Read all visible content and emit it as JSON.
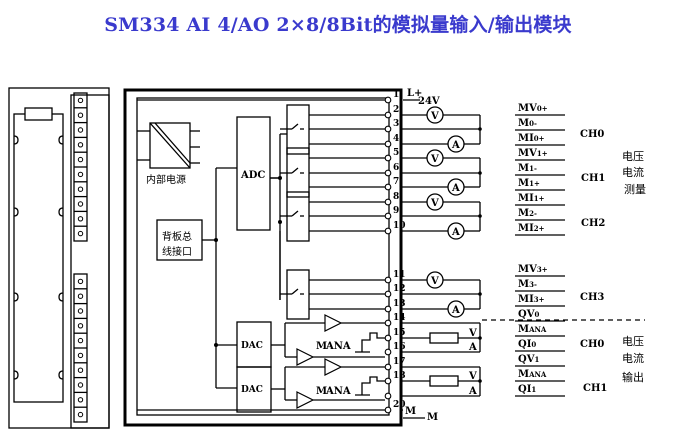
{
  "title": "SM334 AI 4/AO 2×8/8Bit的模拟量输入/输出模块",
  "module": {
    "internal_power_label": "内部电源",
    "backplane_label_line1": "背板总",
    "backplane_label_line2": "线接口",
    "adc_label": "ADC",
    "dac_labels": [
      "DAC",
      "DAC"
    ],
    "supply_label": "L+",
    "supply_voltage": "24V",
    "ground_label": "M",
    "ground_label_outer": "M",
    "mana_label": "MANA"
  },
  "pins": [
    "1",
    "2",
    "3",
    "4",
    "5",
    "6",
    "7",
    "8",
    "9",
    "10",
    "11",
    "12",
    "13",
    "14",
    "15",
    "16",
    "17",
    "18",
    "",
    "20"
  ],
  "meters": {
    "voltmeter": "V",
    "ammeter": "A"
  },
  "output_va": {
    "v": "V",
    "a": "A"
  },
  "signals": [
    "MV0+",
    "M0-",
    "MI0+",
    "MV1+",
    "M1-",
    "M1+",
    "MI1+",
    "M2-",
    "MI2+",
    "MV3+",
    "M3-",
    "MI3+",
    "QV0",
    "MANA",
    "QI0",
    "QV1",
    "MANA",
    "QI1"
  ],
  "channels": {
    "input": [
      "CH0",
      "CH1",
      "CH2",
      "CH3"
    ],
    "output": [
      "CH0",
      "CH1"
    ]
  },
  "group_labels": {
    "input": [
      "电压",
      "电流",
      "测量"
    ],
    "output": [
      "电压",
      "电流",
      "输出"
    ]
  }
}
